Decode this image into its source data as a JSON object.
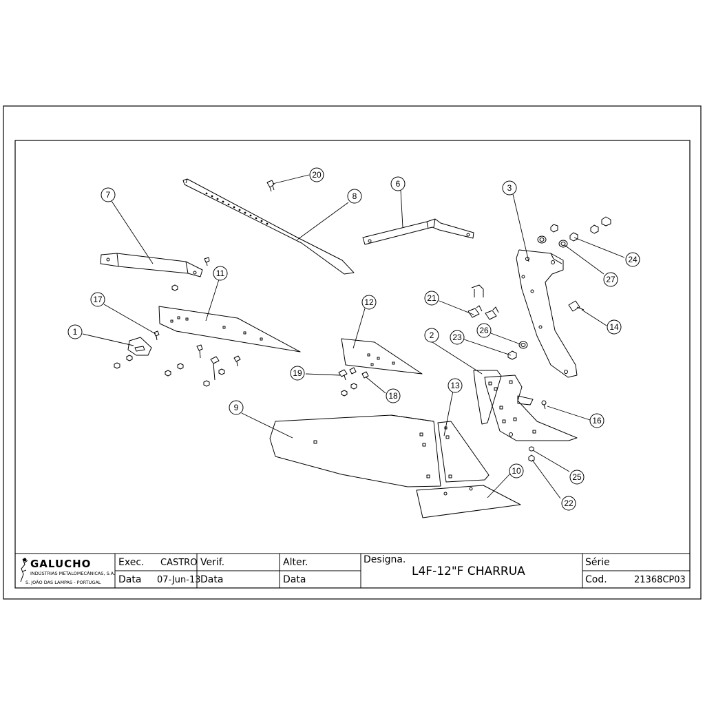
{
  "balloons": [
    {
      "n": "1"
    },
    {
      "n": "2"
    },
    {
      "n": "3"
    },
    {
      "n": "6"
    },
    {
      "n": "7"
    },
    {
      "n": "8"
    },
    {
      "n": "9"
    },
    {
      "n": "10"
    },
    {
      "n": "11"
    },
    {
      "n": "12"
    },
    {
      "n": "13"
    },
    {
      "n": "14"
    },
    {
      "n": "16"
    },
    {
      "n": "17"
    },
    {
      "n": "18"
    },
    {
      "n": "19"
    },
    {
      "n": "20"
    },
    {
      "n": "21"
    },
    {
      "n": "22"
    },
    {
      "n": "23"
    },
    {
      "n": "24"
    },
    {
      "n": "25"
    },
    {
      "n": "26"
    },
    {
      "n": "27"
    }
  ],
  "title_block": {
    "brand": "GALUCHO",
    "brand_line1": "INDÚSTRIAS METALOMECÂNICAS, S.A.",
    "brand_line2": "S. JOÃO DAS LAMPAS - PORTUGAL",
    "exec_label": "Exec.",
    "exec_value": "CASTRO",
    "data_label": "Data",
    "data_value": "07-Jun-13",
    "verif_label": "Verif.",
    "verif_data_label": "Data",
    "alter_label": "Alter.",
    "alter_data_label": "Data",
    "designa_label": "Designa.",
    "designa_value": "L4F-12\"F CHARRUA",
    "serie_label": "Série",
    "cod_label": "Cod.",
    "cod_value": "21368CP03"
  }
}
